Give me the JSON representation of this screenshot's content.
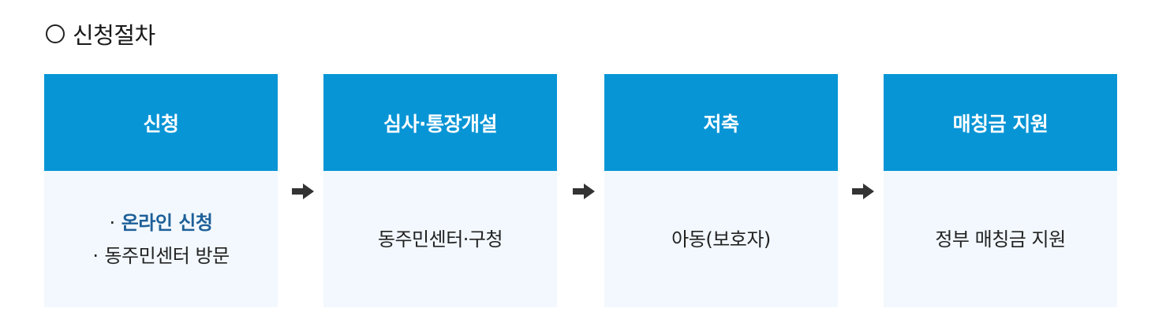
{
  "title": "신청절차",
  "bullet": "·",
  "steps": [
    {
      "header": "신청",
      "lines": [
        "온라인 신청",
        "동주민센터 방문"
      ]
    },
    {
      "header": "심사·통장개설",
      "lines": [
        "동주민센터·구청"
      ]
    },
    {
      "header": "저축",
      "lines": [
        "아동(보호자)"
      ]
    },
    {
      "header": "매칭금 지원",
      "lines": [
        "정부 매칭금 지원"
      ]
    }
  ],
  "colors": {
    "header_bg": "#0795d6",
    "body_bg": "#f2f8fd",
    "highlight": "#1d5f98"
  },
  "icons": {
    "arrow": "right-arrow-icon",
    "circle": "circle-icon"
  }
}
